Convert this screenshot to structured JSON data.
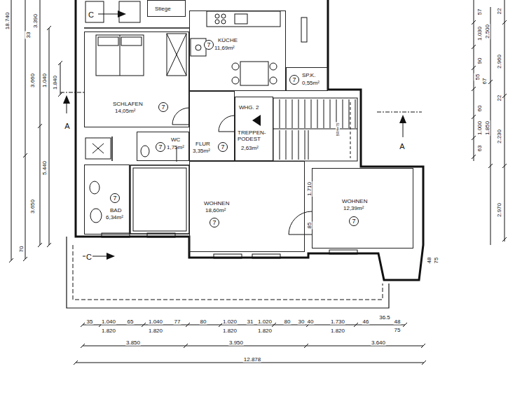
{
  "diagram": {
    "nodes": [
      {
        "text": [
          "Stiege"
        ]
      },
      {
        "text": [
          "KÜCHE",
          "11,69m²"
        ]
      },
      {
        "text": [
          "7"
        ],
        "in": 1
      },
      {
        "text": [
          "SCHLAFEN",
          "14,05m²"
        ]
      },
      {
        "text": [
          "7"
        ],
        "in": 3
      },
      {
        "text": [
          "SP.K.",
          "0,55m²"
        ]
      },
      {
        "text": [
          "7"
        ],
        "in": 5
      },
      {
        "text": [
          "WHG. 2",
          "TREPPEN-PODEST",
          "2,63m²"
        ]
      },
      {
        "text": [
          "FLUR",
          "3,35m²"
        ]
      },
      {
        "text": [
          "7"
        ],
        "in": 8
      },
      {
        "text": [
          "WC",
          "1,75m²"
        ]
      },
      {
        "text": [
          "7"
        ],
        "in": 10
      },
      {
        "text": [
          "BAD",
          "6,34m²"
        ]
      },
      {
        "text": [
          "7"
        ],
        "in": 12
      },
      {
        "text": [
          "WOHNEN",
          "18,60m²"
        ]
      },
      {
        "text": [
          "7"
        ],
        "in": 14
      },
      {
        "text": [
          "WOHNEN",
          "12,39m²"
        ]
      },
      {
        "text": [
          "7"
        ],
        "in": 16
      }
    ],
    "labels": [
      "18.740",
      "3.390",
      "33",
      "3.660",
      "1.040",
      "1.840",
      "5.440",
      "3.650",
      "70",
      "A",
      "C",
      "C",
      "A",
      "57",
      "22",
      "1.030",
      "2.500",
      "2.960",
      "90",
      "55",
      "67",
      "60",
      "22",
      "1.000",
      "1.850",
      "2.230",
      "63",
      "2.970",
      "48",
      "75",
      "1.710",
      "85",
      "BRH=75",
      "35",
      "1.040",
      "65",
      "1.040",
      "77",
      "80",
      "1.020",
      "31",
      "1.020",
      "80",
      "30",
      "40",
      "1.730",
      "46",
      "36.5",
      "48",
      "75",
      "1.820",
      "1.820",
      "1.820",
      "1.820",
      "1.820",
      "3.850",
      "3.950",
      "3.640",
      "12.878"
    ]
  }
}
